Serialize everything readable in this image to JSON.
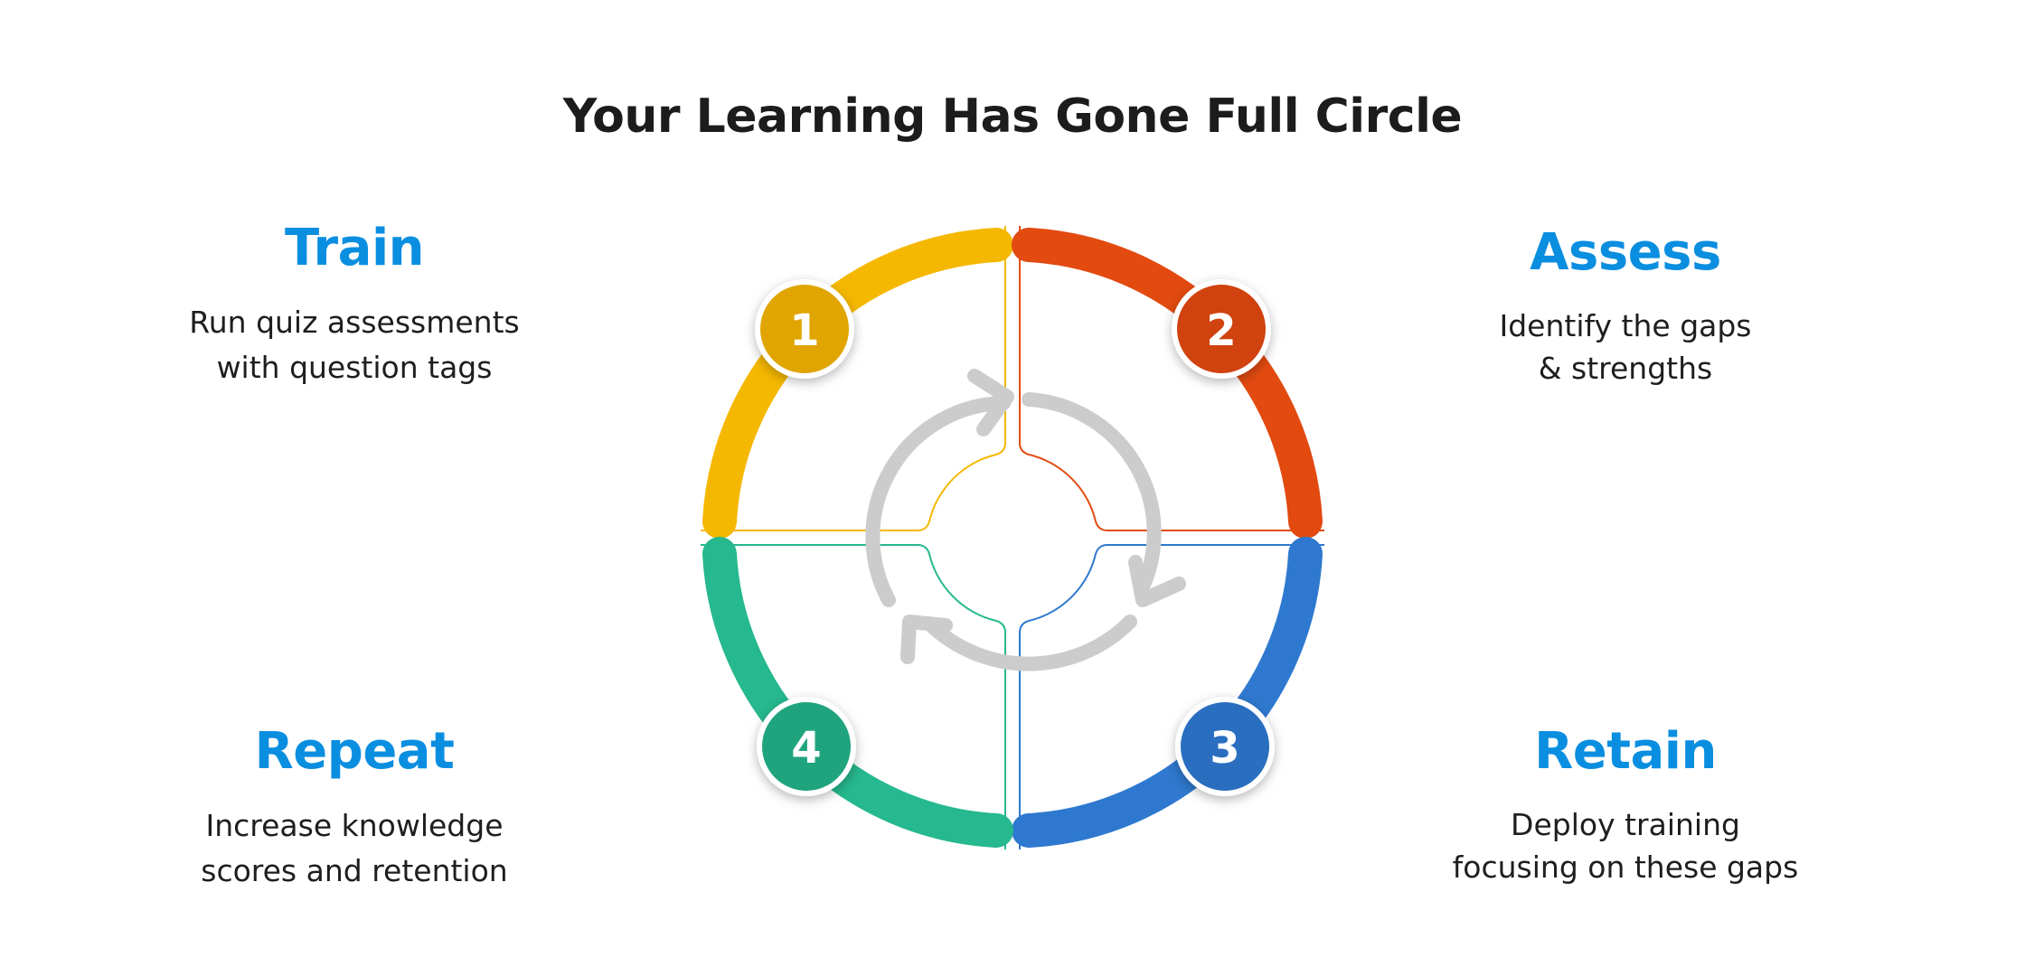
{
  "title": "Your Learning Has Gone Full Circle",
  "steps": [
    {
      "number": "1",
      "title": "Train",
      "description": "Run quiz assessments\nwith question tags",
      "color": "#F5B800",
      "badge_color": "#E0A500"
    },
    {
      "number": "2",
      "title": "Assess",
      "description": "Identify the gaps\n& strengths",
      "color": "#E24A10",
      "badge_color": "#D0420E"
    },
    {
      "number": "3",
      "title": "Retain",
      "description": "Deploy training\nfocusing on these gaps",
      "color": "#2E79CF",
      "badge_color": "#2A6EC0"
    },
    {
      "number": "4",
      "title": "Repeat",
      "description": "Increase knowledge\nscores and retention",
      "color": "#26B88E",
      "badge_color": "#1FA47E"
    }
  ],
  "colors": {
    "step_title": "#0A8EE0",
    "cycle_arrows": "#CCCCCC",
    "text": "#1E1E1E"
  },
  "icons": {
    "center": "cycle-arrows-icon"
  }
}
